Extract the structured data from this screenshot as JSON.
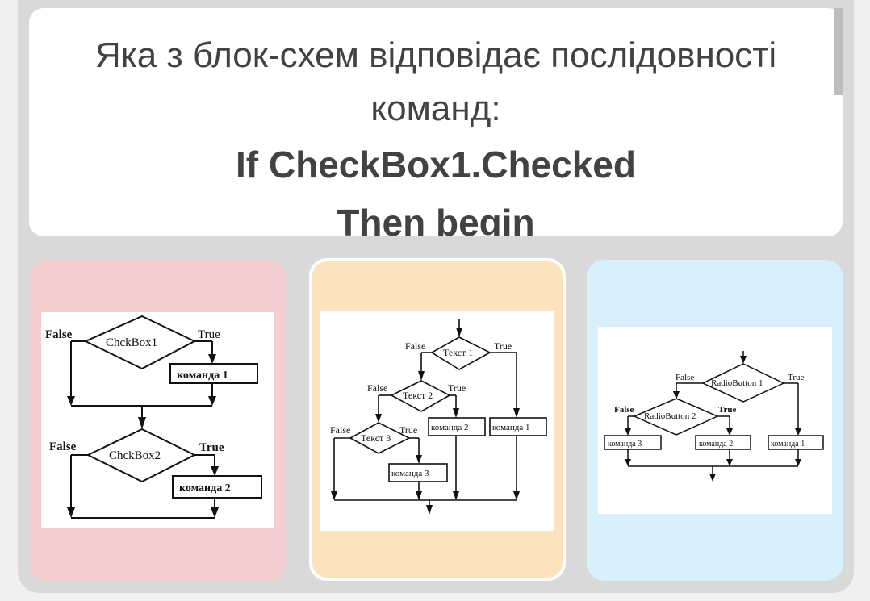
{
  "question": {
    "line1": "Яка з блок-схем відповідає послідовності",
    "line2": "команд:",
    "code1": "If CheckBox1.Checked",
    "code2": "Then begin"
  },
  "options": [
    {
      "id": "A",
      "color": "#f5cfcf",
      "labels": {
        "false1": "False",
        "true1": "True",
        "cond1": "ChckBox1",
        "cmd1": "команда 1",
        "false2": "False",
        "true2": "True",
        "cond2": "ChckBox2",
        "cmd2": "команда 2"
      }
    },
    {
      "id": "B",
      "color": "#fbe3bd",
      "selected": true,
      "labels": {
        "false1": "False",
        "true1": "True",
        "cond1": "Текст 1",
        "false2": "False",
        "true2": "True",
        "cond2": "Текст 2",
        "false3": "False",
        "true3": "True",
        "cond3": "Текст 3",
        "cmd1": "команда 1",
        "cmd2": "команда 2",
        "cmd3": "команда 3"
      }
    },
    {
      "id": "C",
      "color": "#d8f0fb",
      "labels": {
        "false1": "False",
        "true1": "True",
        "cond1": "RadioButton 1",
        "false2": "False",
        "true2": "True",
        "cond2": "RadioButton 2",
        "cmd1": "команда 1",
        "cmd2": "команда 2",
        "cmd3": "команда 3"
      }
    }
  ]
}
